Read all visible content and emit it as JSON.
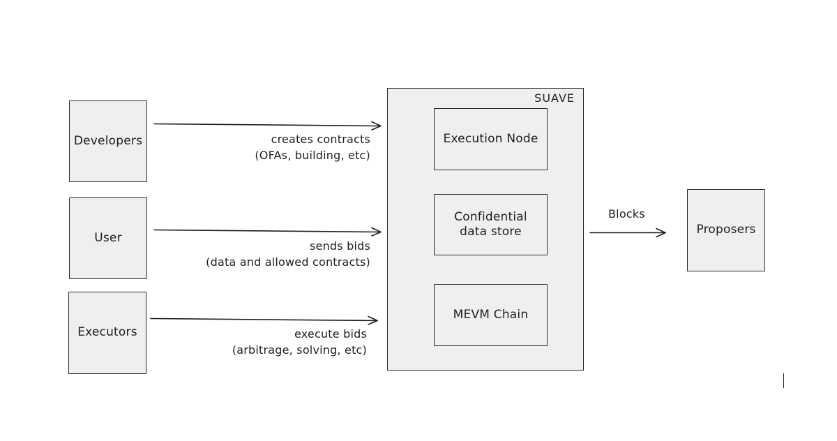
{
  "diagram": {
    "container": {
      "title": "SUAVE"
    },
    "inner_nodes": [
      {
        "label": "Execution Node"
      },
      {
        "label": "Confidential\ndata store"
      },
      {
        "label": "MEVM Chain"
      }
    ],
    "sources": [
      {
        "label": "Developers"
      },
      {
        "label": "User"
      },
      {
        "label": "Executors"
      }
    ],
    "target": {
      "label": "Proposers"
    },
    "edges": [
      {
        "from": "Developers",
        "to": "SUAVE",
        "line1": "creates contracts",
        "line2": "(OFAs, building, etc)"
      },
      {
        "from": "User",
        "to": "SUAVE",
        "line1": "sends bids",
        "line2": "(data and allowed contracts)"
      },
      {
        "from": "Executors",
        "to": "SUAVE",
        "line1": "execute bids",
        "line2": "(arbitrage, solving, etc)"
      },
      {
        "from": "SUAVE",
        "to": "Proposers",
        "line1": "Blocks"
      }
    ],
    "colors": {
      "box_fill": "#efefef",
      "stroke": "#2a2a2a",
      "text": "#1e1e1e",
      "background": "#ffffff"
    }
  }
}
